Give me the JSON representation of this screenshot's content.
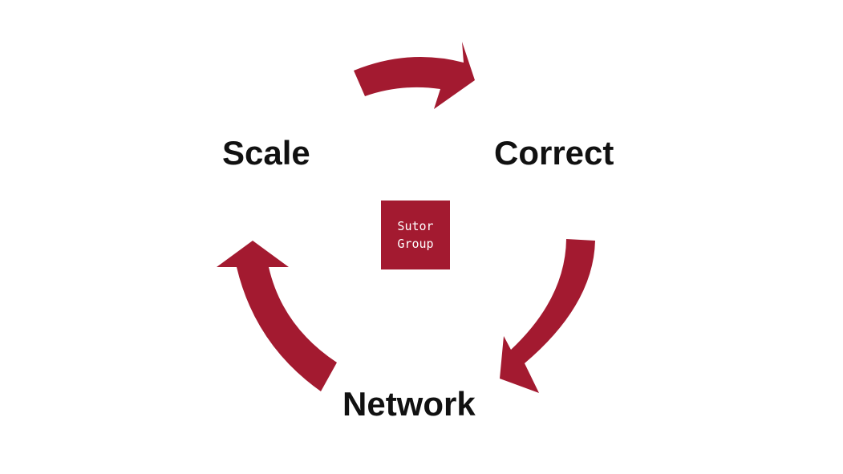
{
  "colors": {
    "accent": "#A31A30",
    "text": "#111111",
    "background": "#FFFFFF"
  },
  "cycle": {
    "nodes": [
      {
        "label": "Scale"
      },
      {
        "label": "Correct"
      },
      {
        "label": "Network"
      }
    ],
    "center": {
      "line1": "Sutor",
      "line2": "Group"
    }
  }
}
